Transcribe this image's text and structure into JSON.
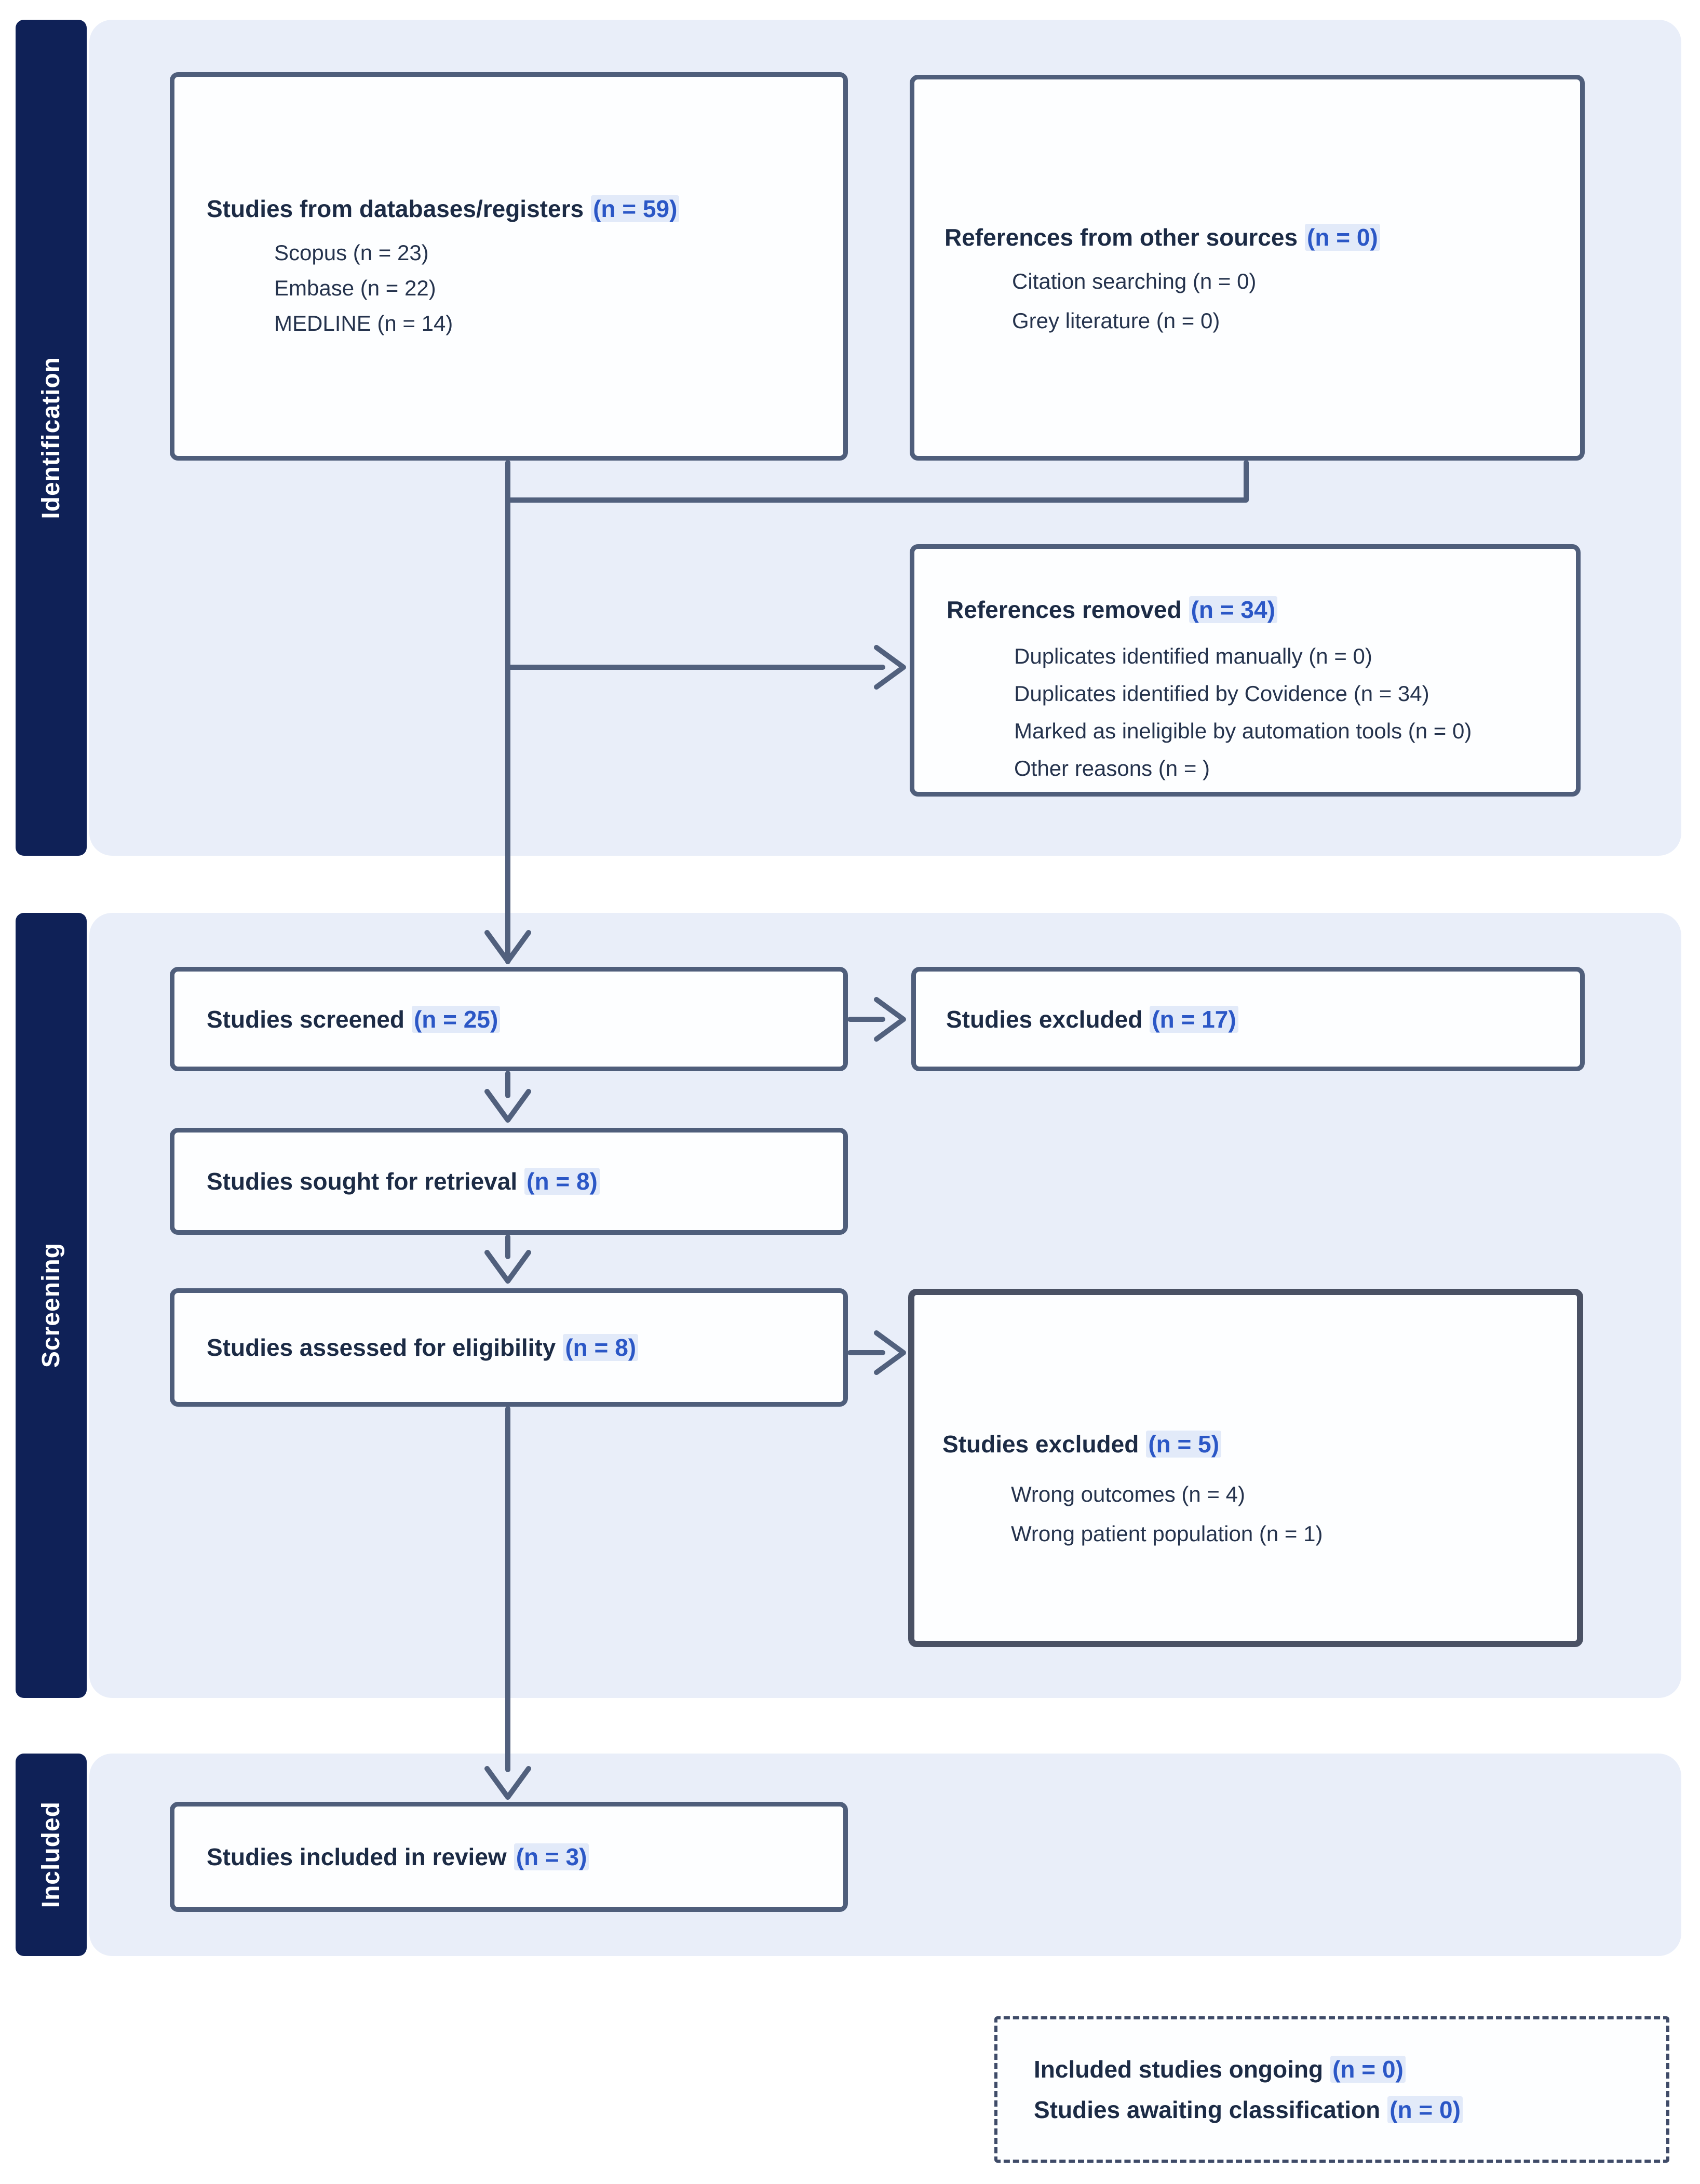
{
  "palette": {
    "sidebar_navy": "#0f2157",
    "band_light_blue": "#e9eef9",
    "box_border_slate": "#4f5e7b",
    "arrow_slate": "#51607d",
    "text_dark_navy": "#1c2b45",
    "count_accent_blue": "#2b57c6",
    "box_fill": "#fdfeff"
  },
  "sidebar": {
    "sections": [
      {
        "label": "Identification"
      },
      {
        "label": "Screening"
      },
      {
        "label": "Included"
      }
    ]
  },
  "boxes": {
    "databases": {
      "title": "Studies from databases/registers",
      "n": "(n = 59)",
      "items": [
        "Scopus (n = 23)",
        "Embase (n = 22)",
        "MEDLINE (n = 14)"
      ]
    },
    "other_sources": {
      "title": "References from other sources",
      "n": "(n = 0)",
      "items": [
        "Citation searching (n = 0)",
        "Grey literature (n = 0)"
      ]
    },
    "references_removed": {
      "title": "References removed",
      "n": "(n = 34)",
      "items": [
        "Duplicates identified manually (n = 0)",
        "Duplicates identified by Covidence (n = 34)",
        "Marked as ineligible by automation tools (n = 0)",
        "Other reasons (n = )"
      ]
    },
    "screened": {
      "title": "Studies screened",
      "n": "(n = 25)"
    },
    "excluded_screening": {
      "title": "Studies excluded",
      "n": "(n = 17)"
    },
    "sought": {
      "title": "Studies sought for retrieval",
      "n": "(n = 8)"
    },
    "assessed": {
      "title": "Studies assessed for eligibility",
      "n": "(n = 8)"
    },
    "excluded_eligibility": {
      "title": "Studies excluded",
      "n": "(n = 5)",
      "items": [
        "Wrong outcomes (n = 4)",
        "Wrong patient population (n = 1)"
      ]
    },
    "included_review": {
      "title": "Studies included in review",
      "n": "(n = 3)"
    },
    "ongoing": {
      "lines": [
        {
          "title": "Included studies ongoing",
          "n": "(n = 0)"
        },
        {
          "title": "Studies awaiting classification",
          "n": "(n = 0)"
        }
      ]
    }
  }
}
